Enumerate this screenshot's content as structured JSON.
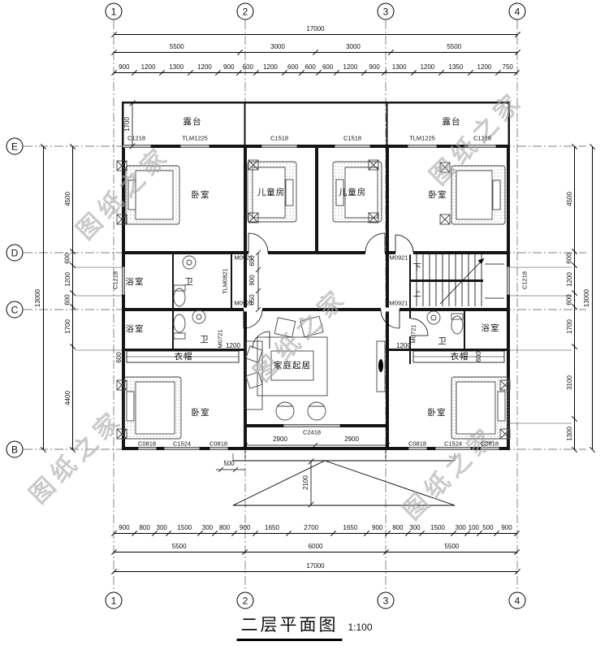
{
  "sheet": {
    "title": "二层平面图",
    "scale": "1:100"
  },
  "watermark": {
    "text": "图纸之家",
    "color": "#a9a9a9"
  },
  "axes": {
    "cols": [
      "1",
      "2",
      "3",
      "4"
    ],
    "rows": [
      "E",
      "D",
      "C",
      "B"
    ]
  },
  "dims": {
    "top": {
      "overall": "17000",
      "sections": [
        "5500",
        "3000",
        "3000",
        "5500"
      ],
      "detail": [
        "900",
        "1200",
        "1300",
        "1200",
        "900",
        "600",
        "1200",
        "600",
        "600",
        "600",
        "1200",
        "900",
        "1300",
        "1200",
        "1350",
        "1200",
        "750"
      ]
    },
    "bottom": {
      "overall": "17000",
      "sections": [
        "5500",
        "6000",
        "5500"
      ],
      "detail": [
        "900",
        "800",
        "300",
        "1500",
        "300",
        "800",
        "900",
        "1650",
        "2700",
        "1650",
        "900",
        "800",
        "300",
        "1500",
        "300",
        "100",
        "500",
        "900"
      ]
    },
    "left": {
      "overall": "13000",
      "detail": [
        "4500",
        "600",
        "1200",
        "600",
        "1700",
        "4400"
      ]
    },
    "right": {
      "overall": "13000",
      "detail": [
        "4500",
        "600",
        "1200",
        "600",
        "1700",
        "3100",
        "1300"
      ]
    },
    "inner": {
      "terrace": "1700",
      "bath": [
        "650",
        "900",
        "650"
      ],
      "hall_left": "1200",
      "hall_right": "1200",
      "closet_left": "600",
      "closet_right": "600",
      "living": [
        "2900",
        "2900"
      ],
      "porch_w": "500",
      "porch_d": "2100"
    }
  },
  "rooms": {
    "terrace": "露台",
    "bedroom": "卧室",
    "kids": "儿童房",
    "bath": "浴室",
    "wc": "卫",
    "closet": "衣帽",
    "living": "家庭起居",
    "stair_down": "下",
    "stair_up": "上"
  },
  "openings": {
    "c1218": "C1218",
    "tlm1225": "TLM1225",
    "c1518": "C1518",
    "c0818": "C0818",
    "c1524": "C1524",
    "c2418": "C2418",
    "m0921": "M0921",
    "tlm0821": "TLM0821",
    "m0721": "M0721"
  }
}
